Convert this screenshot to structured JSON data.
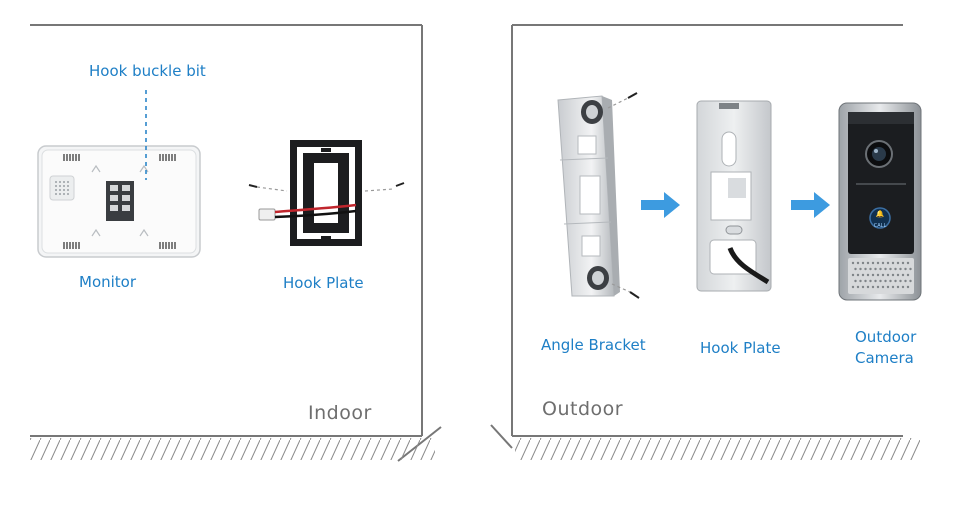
{
  "indoor": {
    "room_label": "Indoor",
    "hook_buckle_label": "Hook buckle bit",
    "monitor_label": "Monitor",
    "hook_plate_label": "Hook Plate"
  },
  "outdoor": {
    "room_label": "Outdoor",
    "angle_bracket_label": "Angle Bracket",
    "hook_plate_label": "Hook Plate",
    "camera_label_line1": "Outdoor",
    "camera_label_line2": "Camera",
    "call_button_text": "CALL"
  },
  "colors": {
    "label": "#1e7fc6",
    "arrow": "#3d9be0",
    "wall": "#777777"
  }
}
